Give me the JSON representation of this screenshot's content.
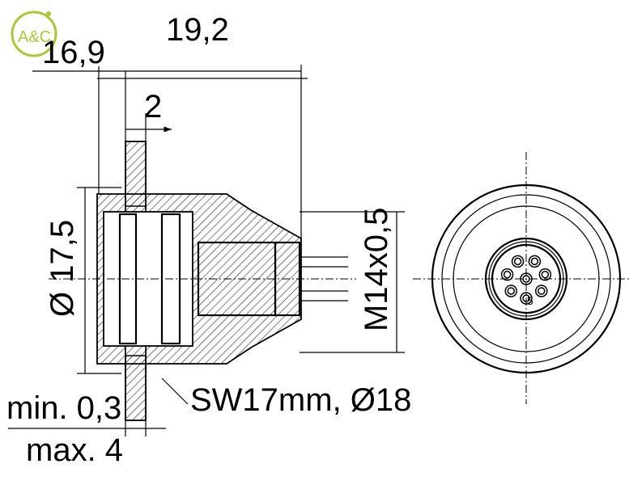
{
  "logo": {
    "text": "A&C",
    "color": "#a8c83a"
  },
  "dimensions": {
    "d_16_9": "16,9",
    "d_19_2": "19,2",
    "d_2": "2",
    "d_dia_17_5": "Ø 17,5",
    "d_thread": "M14x0,5",
    "d_wrench": "SW17mm, Ø18",
    "d_min": "min. 0,3",
    "d_max": "max. 4"
  },
  "pin_label": "5"
}
